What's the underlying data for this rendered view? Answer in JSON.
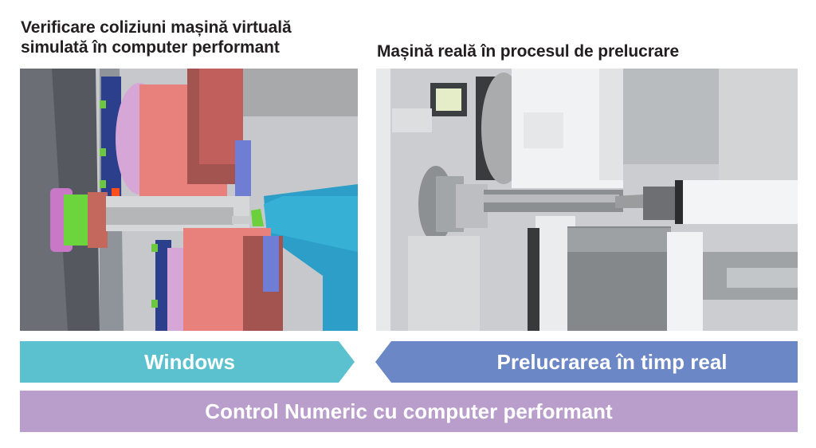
{
  "captions": {
    "left_line1": "Verificare coliziuni mașină virtuală",
    "left_line2": "simulată în computer performant",
    "right": "Mașină reală în procesul de prelucrare"
  },
  "images": {
    "left": "simulated-virtual-machine-3d-render",
    "right": "real-cnc-lathe-machining-photo"
  },
  "bars": {
    "windows": {
      "label": "Windows",
      "color": "#5bc1cf",
      "direction": "right"
    },
    "realtime": {
      "label": "Prelucrarea în timp real",
      "color": "#6c87c5",
      "direction": "left"
    },
    "cnc": {
      "label": "Control Numeric cu computer performant",
      "color": "#b99ecb"
    }
  }
}
